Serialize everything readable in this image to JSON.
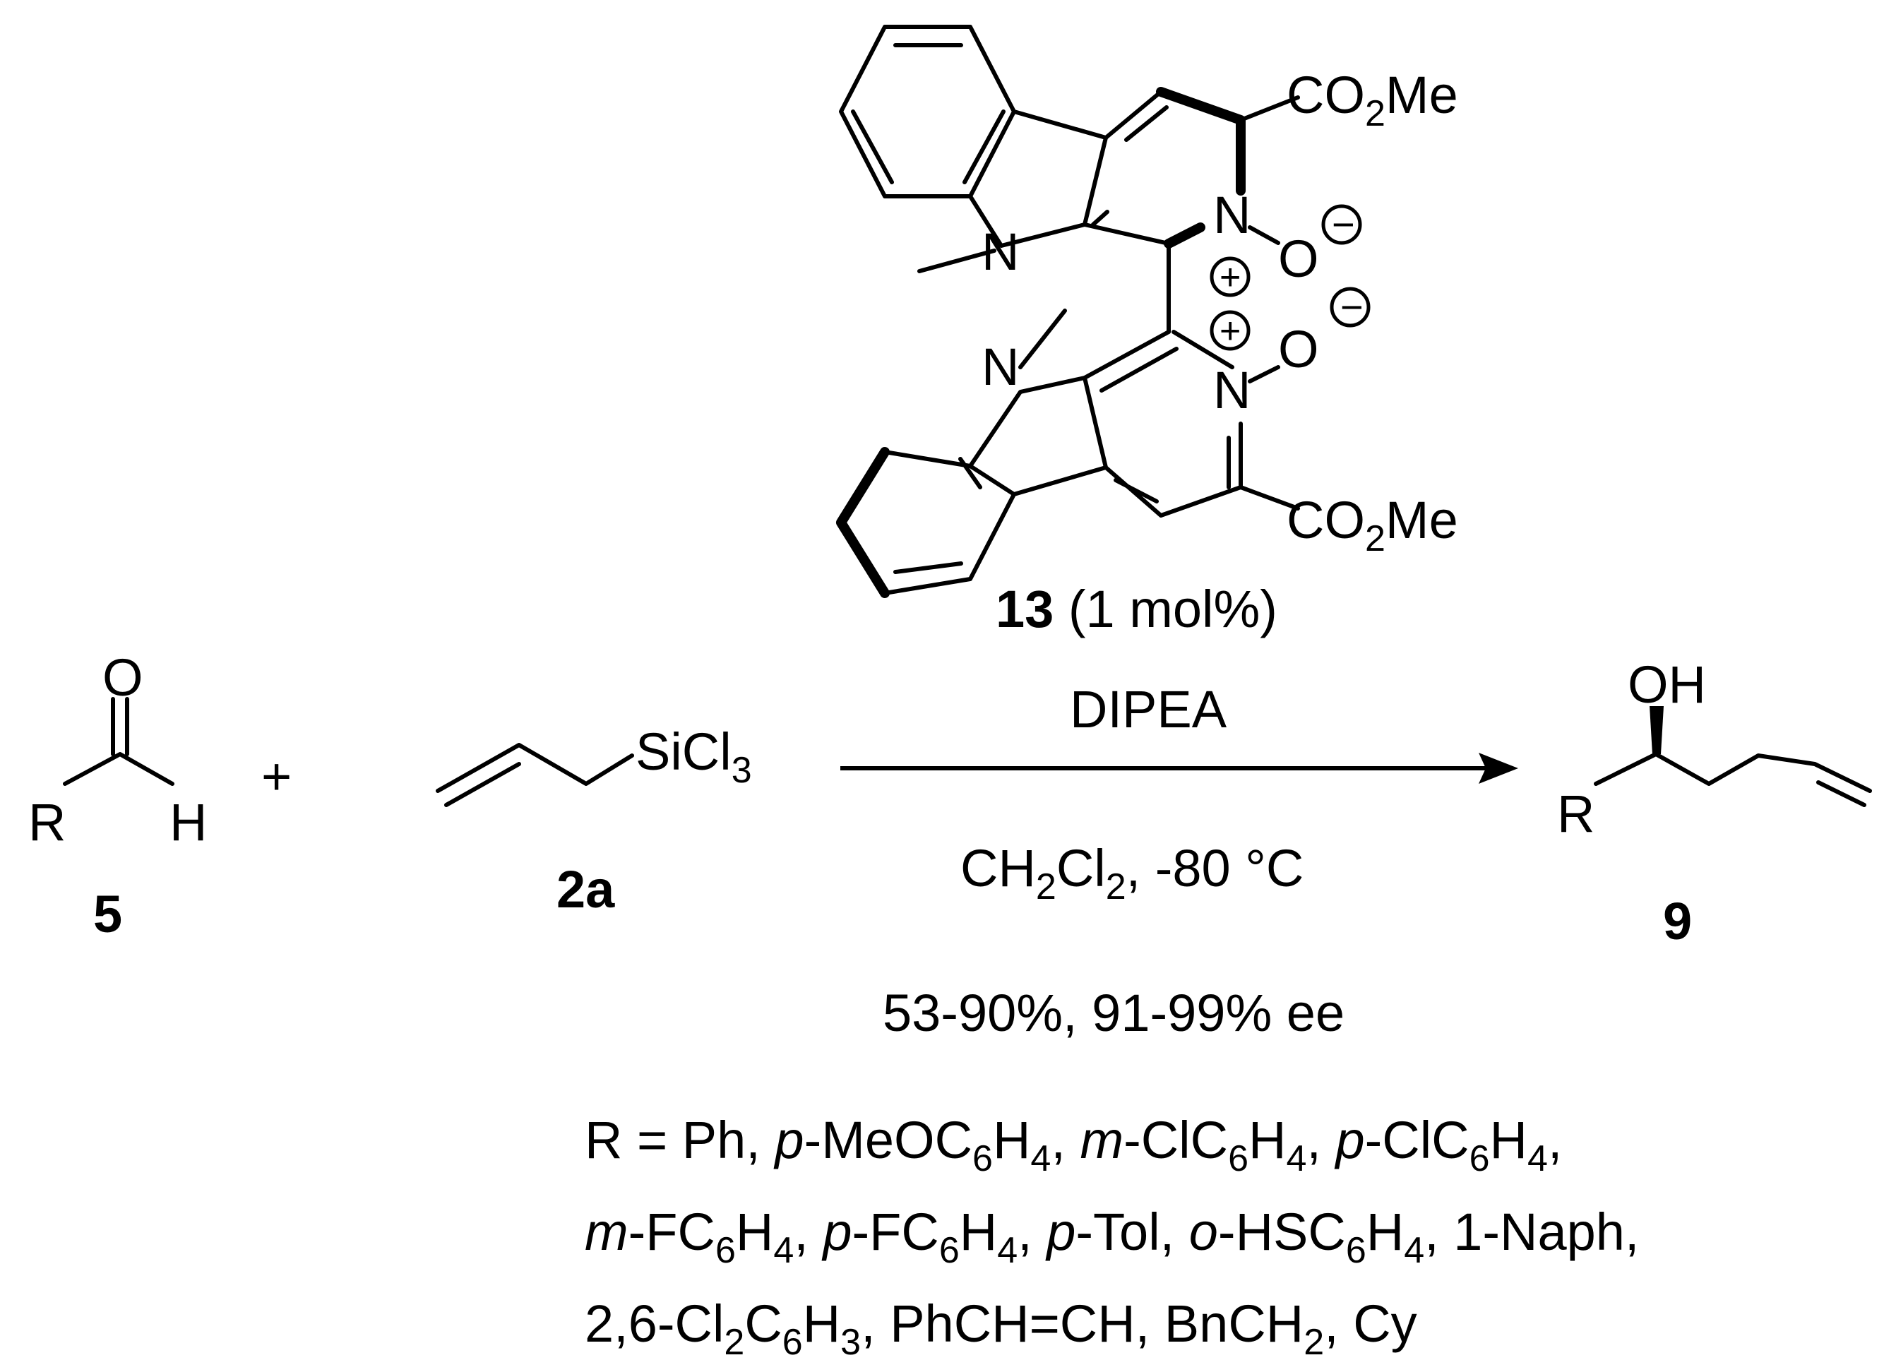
{
  "catalyst": {
    "co2me_top": "CO",
    "co2me_sub": "2",
    "co2me_tail": "Me",
    "n_methyl": "N",
    "n_oxide": "N",
    "o": "O",
    "plus": "+",
    "minus": "−",
    "id": "13",
    "loading": " (1 mol%)"
  },
  "reactant_5": {
    "o": "O",
    "r": "R",
    "h": "H",
    "id": "5"
  },
  "plus_sign": "+",
  "reactant_2a": {
    "si": "SiCl",
    "si_sub": "3",
    "id": "2a"
  },
  "conditions": {
    "above_arrow": "DIPEA",
    "below_ch": "CH",
    "below_sub1": "2",
    "below_cl": "Cl",
    "below_sub2": "2",
    "below_tail": ", -80 °C",
    "yield": "53-90%, 91-99% ee"
  },
  "product_9": {
    "oh": "OH",
    "r": "R",
    "id": "9"
  },
  "scope": {
    "line1": [
      {
        "t": "R = Ph, "
      },
      {
        "t": "p",
        "i": true
      },
      {
        "t": "-MeOC"
      },
      {
        "t": "6",
        "s": true
      },
      {
        "t": "H"
      },
      {
        "t": "4",
        "s": true
      },
      {
        "t": ", "
      },
      {
        "t": "m",
        "i": true
      },
      {
        "t": "-ClC"
      },
      {
        "t": "6",
        "s": true
      },
      {
        "t": "H"
      },
      {
        "t": "4",
        "s": true
      },
      {
        "t": ", "
      },
      {
        "t": "p",
        "i": true
      },
      {
        "t": "-ClC"
      },
      {
        "t": "6",
        "s": true
      },
      {
        "t": "H"
      },
      {
        "t": "4",
        "s": true
      },
      {
        "t": ","
      }
    ],
    "line2": [
      {
        "t": "m",
        "i": true
      },
      {
        "t": "-FC"
      },
      {
        "t": "6",
        "s": true
      },
      {
        "t": "H"
      },
      {
        "t": "4",
        "s": true
      },
      {
        "t": ", "
      },
      {
        "t": "p",
        "i": true
      },
      {
        "t": "-FC"
      },
      {
        "t": "6",
        "s": true
      },
      {
        "t": "H"
      },
      {
        "t": "4",
        "s": true
      },
      {
        "t": ", "
      },
      {
        "t": "p",
        "i": true
      },
      {
        "t": "-Tol, "
      },
      {
        "t": "o",
        "i": true
      },
      {
        "t": "-HSC"
      },
      {
        "t": "6",
        "s": true
      },
      {
        "t": "H"
      },
      {
        "t": "4",
        "s": true
      },
      {
        "t": ", 1-Naph,"
      }
    ],
    "line3": [
      {
        "t": "2,6-Cl"
      },
      {
        "t": "2",
        "s": true
      },
      {
        "t": "C"
      },
      {
        "t": "6",
        "s": true
      },
      {
        "t": "H"
      },
      {
        "t": "3",
        "s": true
      },
      {
        "t": ", PhCH=CH, BnCH"
      },
      {
        "t": "2",
        "s": true
      },
      {
        "t": ", Cy"
      }
    ]
  }
}
